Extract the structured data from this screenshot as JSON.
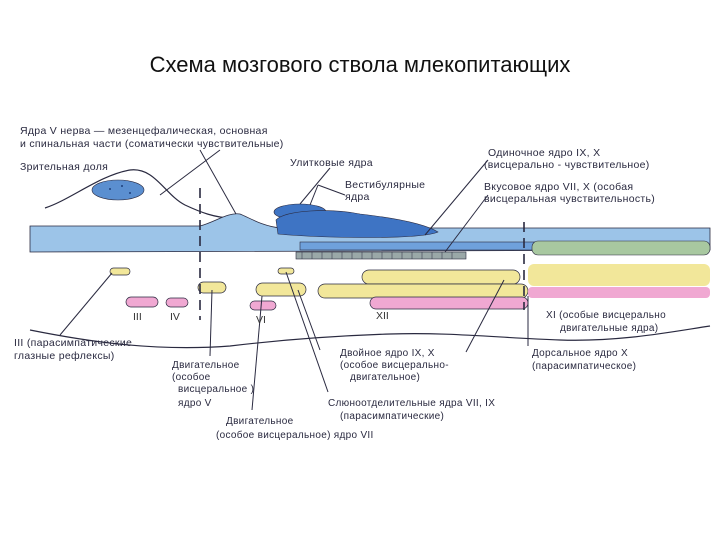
{
  "title": "Схема мозгового ствола млекопитающих",
  "diagram": {
    "labels": {
      "n5_line1": "Ядра V нерва — мезенцефалическая, основная",
      "n5_line2": "и спинальная части (соматически чувствительные)",
      "optic_lobe": "Зрительная доля",
      "cochlear": "Улитковые ядра",
      "vestibular_1": "Вестибулярные",
      "vestibular_2": "ядра",
      "solitary_1": "Одиночное ядро IX, X",
      "solitary_2": "(висцерально - чувствительное)",
      "gustatory_1": "Вкусовое ядро VII, X  (особая",
      "gustatory_2": "висцеральная чувствительность)",
      "iii_para_1": "III (парасимпатические",
      "iii_para_2": "глазные рефлексы)",
      "motor_v_1": "Двигательное",
      "motor_v_2": "(особое",
      "motor_v_3": "висцеральное )",
      "motor_v_4": "ядро V",
      "motor_vii_1": "Двигательное",
      "motor_vii_2": "(особое висцеральное)  ядро VII",
      "ambiguus_1": "Двойное ядро IX, X",
      "ambiguus_2": "(особое висцерально-",
      "ambiguus_3": "двигательное)",
      "salivary_1": "Слюноотделительные ядра VII, IX",
      "salivary_2": "(парасимпатические)",
      "dorsal_x_1": "Дорсальное ядро X",
      "dorsal_x_2": "(парасимпатическое)",
      "xi_1": "XI (особые висцерально",
      "xi_2": "двигательные ядра)"
    },
    "roman": {
      "iii": "III",
      "iv": "IV",
      "vi": "VI",
      "xii": "XII"
    },
    "colors": {
      "sensory_blue": "#5b8fd0",
      "sensory_band": "#9cc4e8",
      "motor_pink": "#f0a8d2",
      "visceral_yellow": "#f2e79a",
      "green_nucleus": "#a8c8a0",
      "line": "#2a2a40"
    }
  }
}
